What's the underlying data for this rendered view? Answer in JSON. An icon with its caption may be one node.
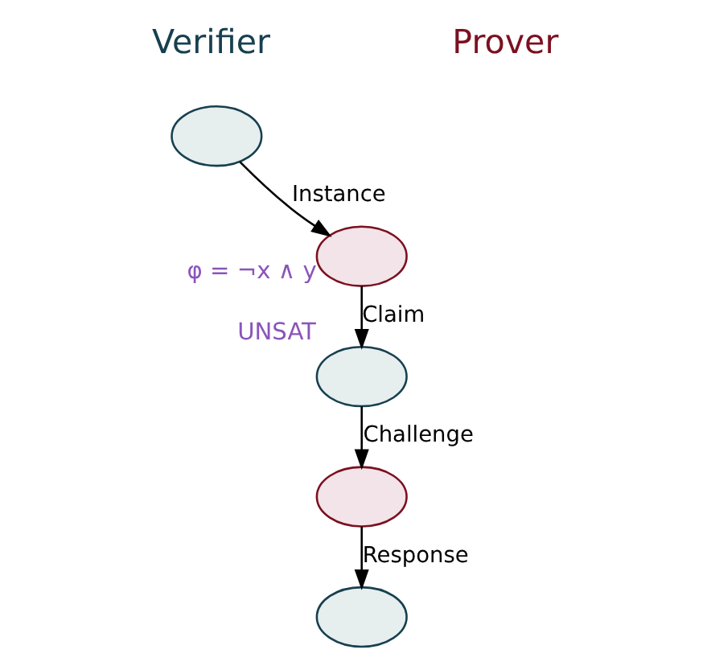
{
  "diagram": {
    "nodes": [
      {
        "text": [],
        "shape": "ellipse"
      },
      {
        "text": [],
        "shape": "ellipse",
        "beside": [
          "φ = ¬x ∧ y"
        ]
      },
      {
        "text": [],
        "shape": "ellipse",
        "beside": [
          "UNSAT"
        ]
      },
      {
        "text": [],
        "shape": "ellipse"
      },
      {
        "text": [],
        "shape": "ellipse"
      }
    ],
    "edges": [
      {
        "from": 0,
        "to": 1,
        "arrow": "to",
        "label": "Instance"
      },
      {
        "from": 1,
        "to": 2,
        "arrow": "to",
        "label": "Claim"
      },
      {
        "from": 2,
        "to": 3,
        "arrow": "to",
        "label": "Challenge"
      },
      {
        "from": 3,
        "to": 4,
        "arrow": "to",
        "label": "Response"
      }
    ],
    "labels": [
      "Verifier",
      "Prover"
    ]
  }
}
